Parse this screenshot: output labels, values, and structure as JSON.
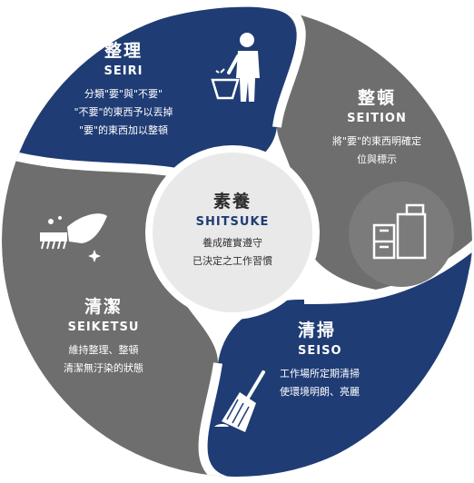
{
  "center": {
    "title": "素養",
    "eng": "SHITSUKE",
    "desc": [
      "養成確實遵守",
      "已決定之工作習慣"
    ]
  },
  "segments": [
    {
      "key": "seiri",
      "title": "整理",
      "eng": "SEIRI",
      "desc": [
        "分類\"要\"與\"不要\"",
        "\"不要\"的東西予以丟掉",
        "\"要\"的東西加以整頓"
      ],
      "icon": "trash-person-icon",
      "color": "#1f3c74"
    },
    {
      "key": "seition",
      "title": "整頓",
      "eng": "SEITION",
      "desc": [
        "將\"要\"的東西明確定",
        "位與標示"
      ],
      "icon": "shelf-icon",
      "color": "#6e6e6e"
    },
    {
      "key": "seiso",
      "title": "清掃",
      "eng": "SEISO",
      "desc": [
        "工作場所定期清掃",
        "使環境明朗、亮麗"
      ],
      "icon": "broom-icon",
      "color": "#1f3c74"
    },
    {
      "key": "seiketsu",
      "title": "清潔",
      "eng": "SEIKETSU",
      "desc": [
        "維持整理、整頓",
        "清潔無汙染的狀態"
      ],
      "icon": "brush-hand-icon",
      "color": "#6e6e6e"
    }
  ]
}
